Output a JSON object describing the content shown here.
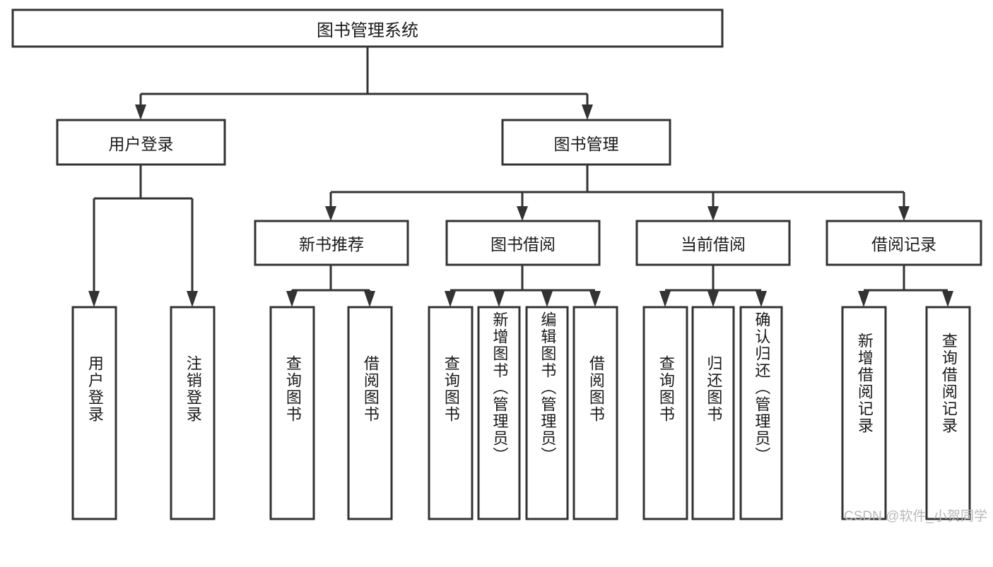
{
  "diagram": {
    "title": "图书管理系统",
    "type": "tree-hierarchy",
    "watermark": "CSDN @软件_小贺同学",
    "colors": {
      "stroke": "#333333",
      "fill": "#ffffff",
      "text": "#1a1a1a",
      "watermark": "#b9b9b9"
    },
    "levels": {
      "root": {
        "label": "图书管理系统"
      },
      "level2": [
        {
          "label": "用户登录"
        },
        {
          "label": "图书管理"
        }
      ],
      "level3": [
        {
          "label": "新书推荐"
        },
        {
          "label": "图书借阅"
        },
        {
          "label": "当前借阅"
        },
        {
          "label": "借阅记录"
        }
      ],
      "leaves": [
        {
          "label": "用户登录",
          "parent": "用户登录"
        },
        {
          "label": "注销登录",
          "parent": "用户登录"
        },
        {
          "label": "查询图书",
          "parent": "新书推荐"
        },
        {
          "label": "借阅图书",
          "parent": "新书推荐"
        },
        {
          "label": "查询图书",
          "parent": "图书借阅"
        },
        {
          "label": "新增图书（管理员）",
          "parent": "图书借阅"
        },
        {
          "label": "编辑图书（管理员）",
          "parent": "图书借阅"
        },
        {
          "label": "借阅图书",
          "parent": "图书借阅"
        },
        {
          "label": "查询图书",
          "parent": "当前借阅"
        },
        {
          "label": "归还图书",
          "parent": "当前借阅"
        },
        {
          "label": "确认归还（管理员）",
          "parent": "当前借阅"
        },
        {
          "label": "新增借阅记录",
          "parent": "借阅记录"
        },
        {
          "label": "查询借阅记录",
          "parent": "借阅记录"
        }
      ]
    }
  }
}
